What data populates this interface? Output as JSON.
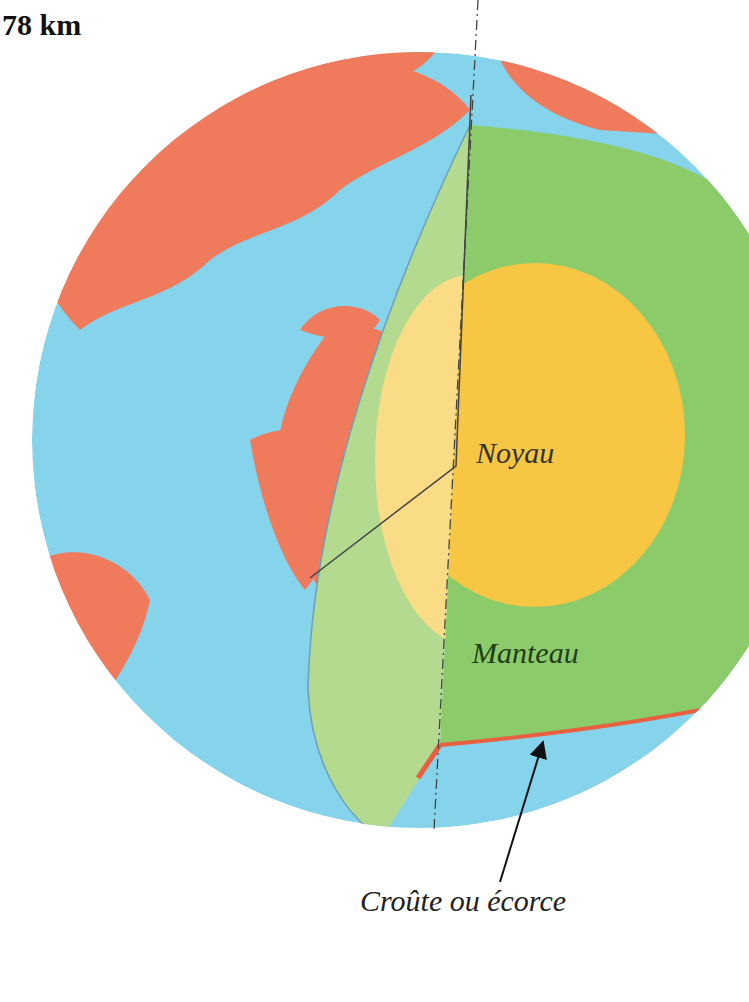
{
  "diagram": {
    "labels": [
      "78 km",
      "Noyau",
      "Manteau",
      "Croûte ou écorce"
    ]
  }
}
